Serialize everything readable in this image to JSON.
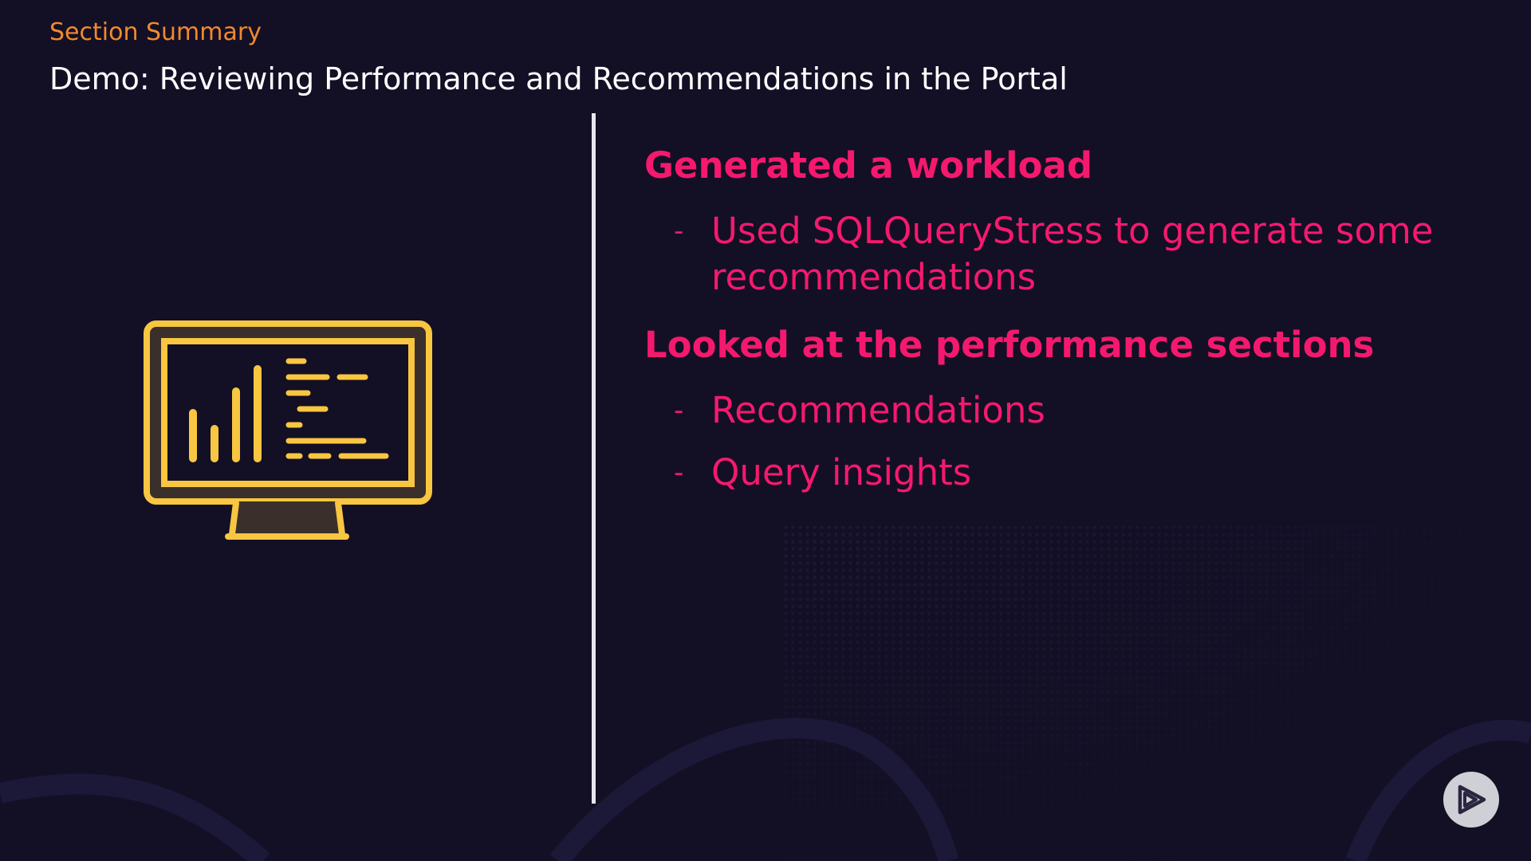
{
  "slide": {
    "section_label": "Section Summary",
    "title": "Demo: Reviewing Performance and Recommendations in the Portal"
  },
  "content": {
    "blocks": [
      {
        "heading": "Generated a workload",
        "bullets": [
          "Used SQLQueryStress to generate some recommendations"
        ]
      },
      {
        "heading": "Looked at the performance sections",
        "bullets": [
          "Recommendations",
          "Query insights"
        ]
      }
    ],
    "bullet_marker": "-"
  },
  "icons": {
    "illustration": "monitor-chart-icon",
    "player": "play-logo-icon"
  },
  "colors": {
    "background": "#130f25",
    "section_label": "#f0892e",
    "title": "#ffffff",
    "accent": "#f5196e",
    "icon": "#f8c640",
    "divider": "#e7e6ec"
  }
}
